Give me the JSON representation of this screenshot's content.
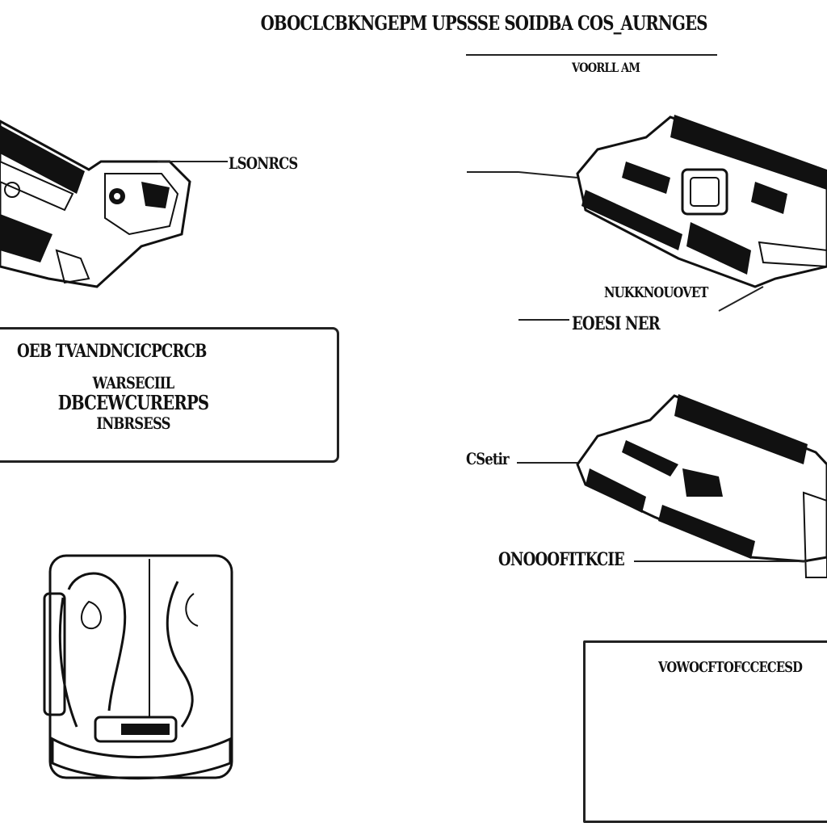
{
  "header": {
    "title": "OBOCLCBKNGEPM UPSSSE SOIDBA COS_AURNGES",
    "subtitle": "VOORLL AM"
  },
  "callouts": {
    "top_left": "LSONRCS",
    "mid_right_upper": "NUKKNOUOVET",
    "mid_right_lower": "EOESI NER",
    "lower_right_upper": "CSetir",
    "lower_right_lower": "ONOOOFITKCIE"
  },
  "info_box_left": {
    "line1": "OEB TVANDNCICPCRCB",
    "line2": "WARSECIIL",
    "line3": "DBCEWCURERPS",
    "line4": "INBRSESS"
  },
  "info_box_right": {
    "title": "VOWOCFTOFCCECESD"
  },
  "icons": {
    "device_1": "holster-clip-icon",
    "device_2": "holster-clip-icon",
    "device_3": "holster-clip-icon",
    "device_4": "case-clip-icon",
    "device_5": "clip-detail-icon"
  }
}
